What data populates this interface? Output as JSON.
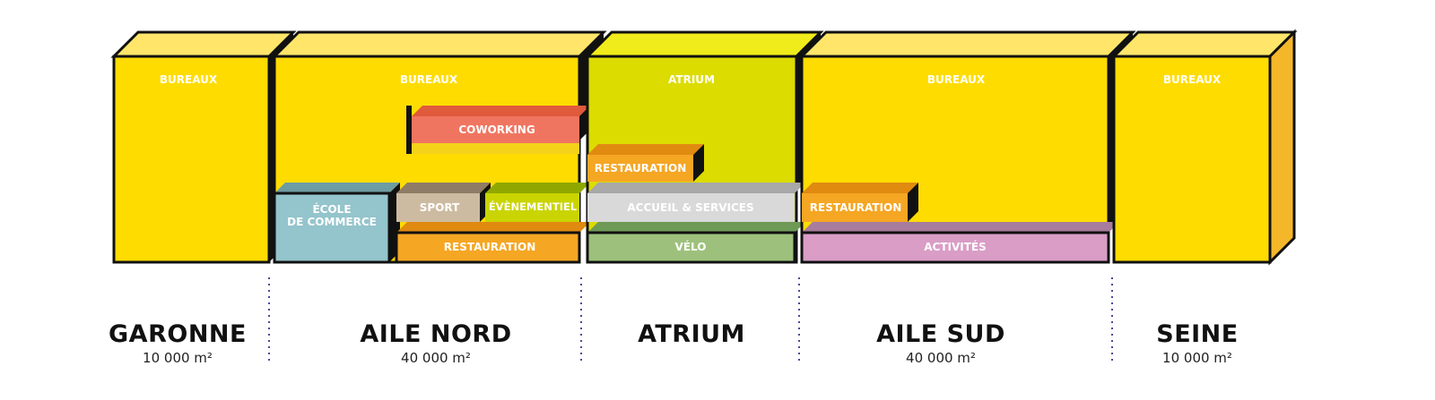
{
  "blocks": {
    "garonne_bureaux": "BUREAUX",
    "nord_bureaux": "BUREAUX",
    "coworking": "COWORKING",
    "ecole_line1": "ÉCOLE",
    "ecole_line2": "DE COMMERCE",
    "sport": "SPORT",
    "evenementiel": "ÉVÈNEMENTIEL",
    "nord_restauration": "RESTAURATION",
    "atrium": "ATRIUM",
    "atrium_restauration": "RESTAURATION",
    "accueil": "ACCUEIL & SERVICES",
    "velo": "VÉLO",
    "sud_bureaux": "BUREAUX",
    "sud_restauration": "RESTAURATION",
    "activites": "ACTIVITÉS",
    "seine_bureaux": "BUREAUX"
  },
  "sections": [
    {
      "name": "GARONNE",
      "area": "10 000 m²"
    },
    {
      "name": "AILE NORD",
      "area": "40 000 m²"
    },
    {
      "name": "ATRIUM",
      "area": ""
    },
    {
      "name": "AILE SUD",
      "area": "40 000 m²"
    },
    {
      "name": "SEINE",
      "area": "10 000 m²"
    }
  ],
  "colors": {
    "bureaux": "#FFDC00",
    "bureaux_top": "#FFE66A",
    "atrium": "#DCDC00",
    "coworking": "#F07560",
    "restauration": "#F5A623",
    "ecole": "#94C4CC",
    "sport": "#CDBBA1",
    "evenementiel": "#C9D400",
    "accueil": "#D9D9D9",
    "velo": "#9DC17C",
    "activites": "#D99DC6",
    "outline": "#111111"
  }
}
